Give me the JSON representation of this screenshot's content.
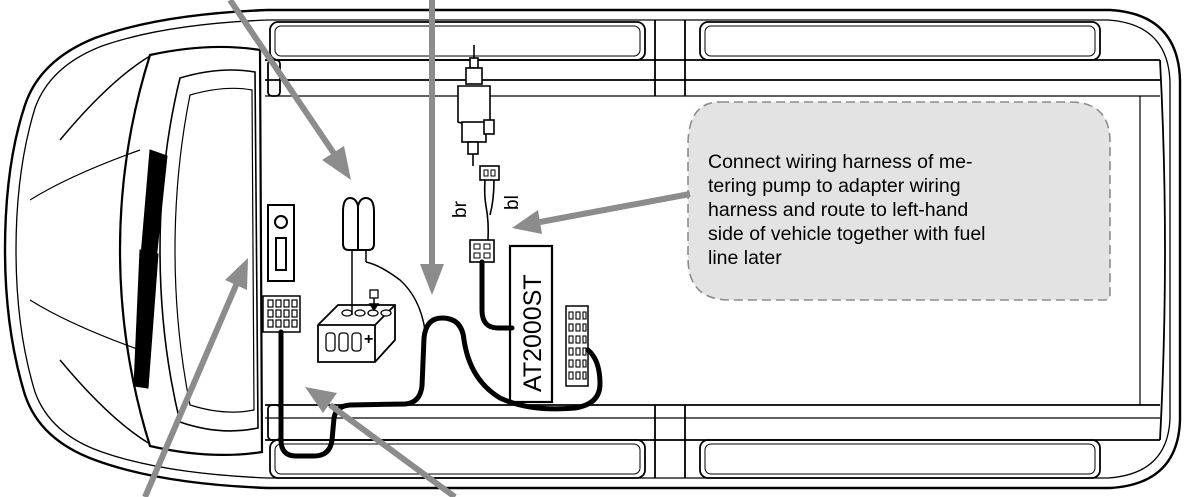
{
  "callout": {
    "lines": [
      "Connect wiring harness of me-",
      "tering pump to adapter wiring",
      "harness and route to left-hand",
      "side of vehicle together with fuel",
      "line later"
    ]
  },
  "labels": {
    "heater_model": "AT2000ST",
    "wire_br": "br",
    "wire_bl": "bl",
    "battery_plus": "+"
  },
  "colors": {
    "arrow": "#8c8c8c",
    "callout_fill": "#e3e3e3",
    "callout_border": "#8c8c8c",
    "line": "#000000",
    "harness": "#000000"
  }
}
